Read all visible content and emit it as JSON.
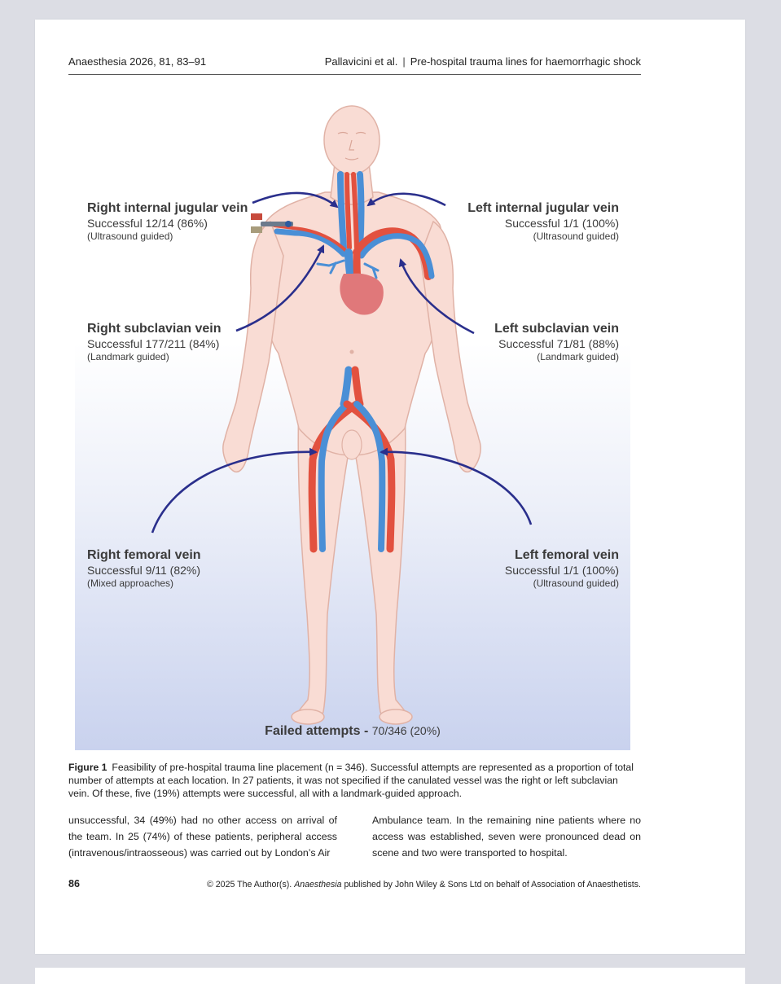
{
  "header": {
    "left": "Anaesthesia 2026, 81, 83–91",
    "authors": "Pallavicini et al.",
    "separator": "|",
    "title": "Pre-hospital trauma lines for haemorrhagic shock"
  },
  "figure": {
    "labels": {
      "rij": {
        "title": "Right internal jugular vein",
        "stat": "Successful 12/14 (86%)",
        "note": "(Ultrasound guided)"
      },
      "lij": {
        "title": "Left internal jugular vein",
        "stat": "Successful 1/1 (100%)",
        "note": "(Ultrasound guided)"
      },
      "rsc": {
        "title": "Right subclavian vein",
        "stat": "Successful 177/211 (84%)",
        "note": "(Landmark guided)"
      },
      "lsc": {
        "title": "Left subclavian vein",
        "stat": "Successful 71/81 (88%)",
        "note": "(Landmark guided)"
      },
      "rfem": {
        "title": "Right femoral vein",
        "stat": "Successful 9/11 (82%)",
        "note": "(Mixed approaches)"
      },
      "lfem": {
        "title": "Left femoral vein",
        "stat": "Successful 1/1 (100%)",
        "note": "(Ultrasound guided)"
      }
    },
    "failed_label": "Failed attempts -",
    "failed_value": "70/346 (20%)",
    "colors": {
      "vein": "#4a8fd6",
      "artery": "#e2513f",
      "arrow": "#2a2f8c",
      "skin": "#f9dcd4",
      "skin_outline": "#e0b2a6",
      "heart": "#e0787a"
    }
  },
  "caption": {
    "label": "Figure 1",
    "text": "Feasibility of pre-hospital trauma line placement (n = 346). Successful attempts are represented as a proportion of total number of attempts at each location. In 27 patients, it was not specified if the canulated vessel was the right or left subclavian vein. Of these, five (19%) attempts were successful, all with a landmark-guided approach."
  },
  "body": {
    "col1": "unsuccessful, 34 (49%) had no other access on arrival of the team. In 25 (74%) of these patients, peripheral access (intravenous/intraosseous) was carried out by London’s Air",
    "col2": "Ambulance team. In the remaining nine patients where no access was established, seven were pronounced dead on scene and two were transported to hospital."
  },
  "footer": {
    "page_number": "86",
    "copyright_pre": "© 2025 The Author(s).",
    "journal": "Anaesthesia",
    "copyright_post": "published by John Wiley & Sons Ltd on behalf of Association of Anaesthetists."
  }
}
